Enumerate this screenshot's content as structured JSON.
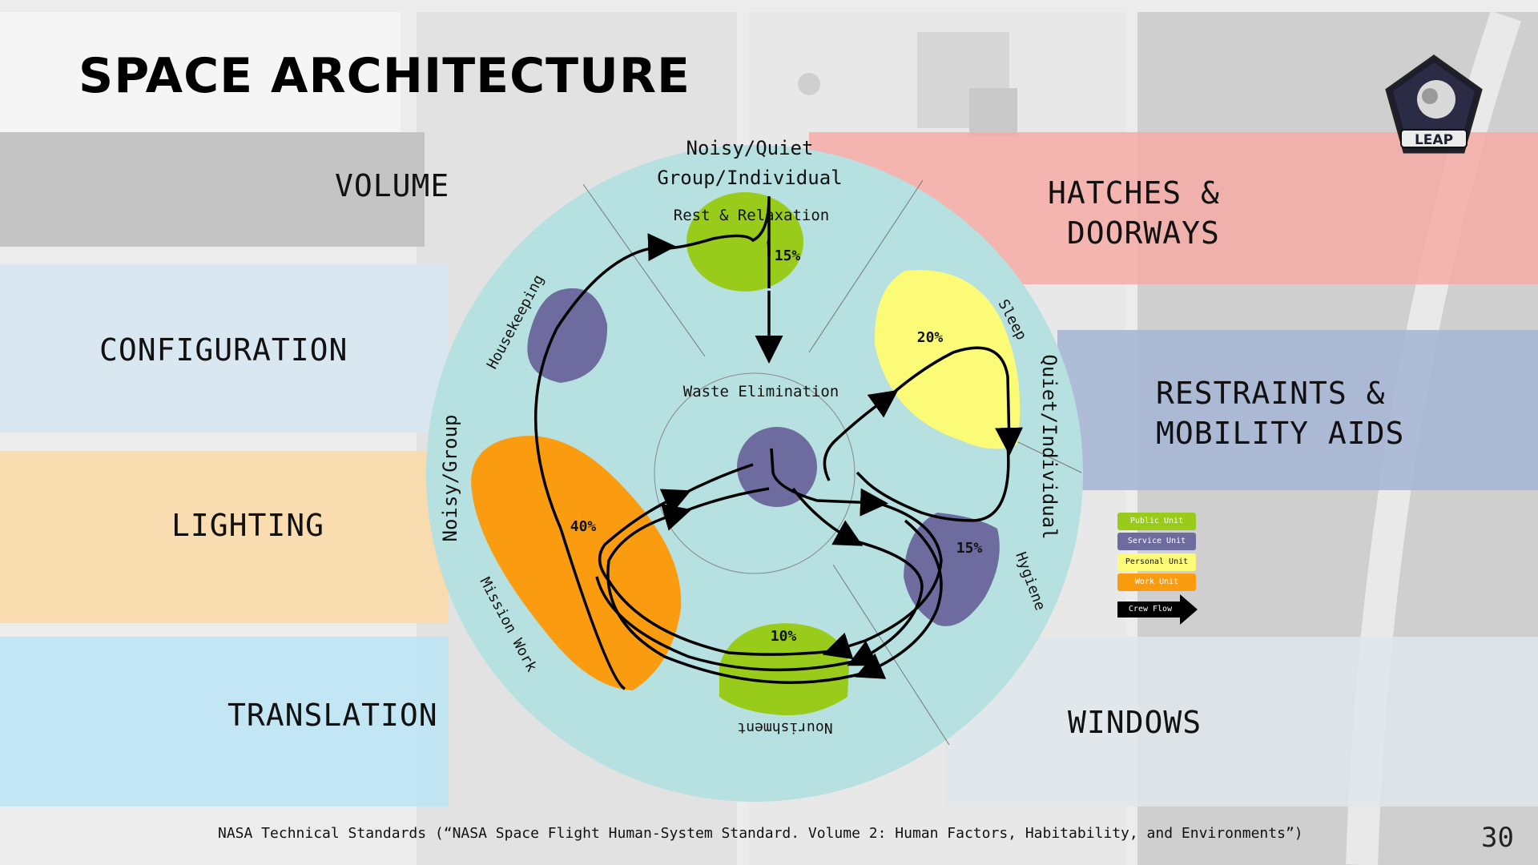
{
  "title": "SPACE ARCHITECTURE",
  "page_number": "30",
  "footer_citation": "NASA Technical Standards (“NASA Space Flight Human-System Standard. Volume 2: Human Factors, Habitability, and Environments”)",
  "bands": {
    "volume": "VOLUME",
    "configuration": "CONFIGURATION",
    "lighting": "LIGHTING",
    "translation": "TRANSLATION",
    "hatches": "HATCHES &\n DOORWAYS",
    "restraints": "RESTRAINTS &\nMOBILITY AIDS",
    "windows": "WINDOWS"
  },
  "band_colors": {
    "volume": "#bdbdbd",
    "configuration": "#d6e6f2",
    "lighting": "#fcd9a8",
    "translation": "#bfe6f5",
    "hatches": "#f6aaa4",
    "restraints": "#a9b7d6",
    "windows": "#dfe6ea"
  },
  "diagram": {
    "axis_top_1": "Noisy/Quiet",
    "axis_top_2": "Group/Individual",
    "axis_left": "Noisy/Group",
    "axis_right": "Quiet/Individual",
    "zones": {
      "rest": "Rest & Relaxation",
      "housekeeping": "Housekeeping",
      "sleep": "Sleep",
      "hygiene": "Hygiene",
      "nourishment": "Nourishment",
      "mission_work": "Mission Work",
      "waste": "Waste Elimination"
    },
    "percents": {
      "rest": "15%",
      "sleep": "20%",
      "mission_work": "40%",
      "hygiene": "15%",
      "nourishment": "10%"
    },
    "colors": {
      "circle": "#b7e0e0",
      "public": "#99cc1a",
      "service": "#6e6c9e",
      "personal": "#fbfb78",
      "work": "#fb9c10"
    }
  },
  "legend": {
    "public": "Public Unit",
    "service": "Service Unit",
    "personal": "Personal Unit",
    "work": "Work Unit",
    "crew_flow": "Crew Flow"
  },
  "logo": {
    "text": "LEAP",
    "icon": "mission-patch-icon"
  }
}
